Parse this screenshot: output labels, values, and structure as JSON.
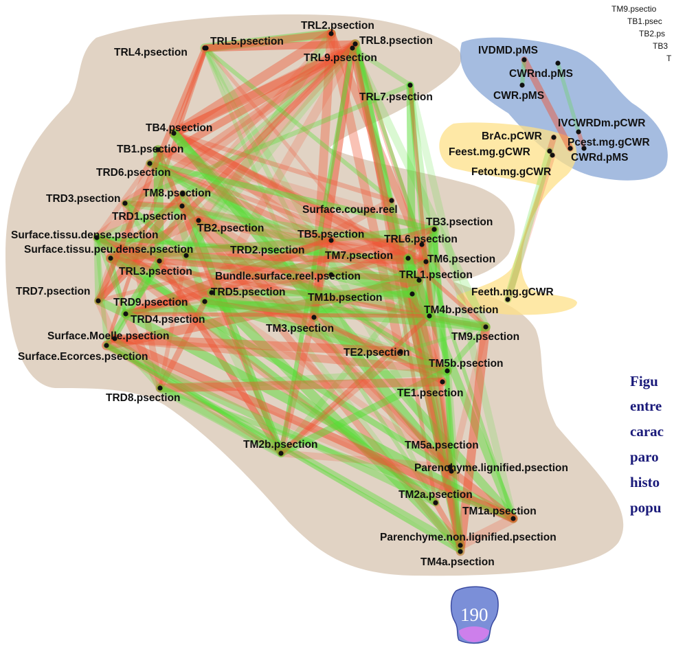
{
  "nodes": [
    {
      "id": "TRL2",
      "label": "TRL2.psection"
    },
    {
      "id": "TRL5",
      "label": "TRL5.psection"
    },
    {
      "id": "TRL8",
      "label": "TRL8.psection"
    },
    {
      "id": "TRL4",
      "label": "TRL4.psection"
    },
    {
      "id": "TRL9",
      "label": "TRL9.psection"
    },
    {
      "id": "TRL7",
      "label": "TRL7.psection"
    },
    {
      "id": "TB4",
      "label": "TB4.psection"
    },
    {
      "id": "TB1",
      "label": "TB1.psection"
    },
    {
      "id": "TRD6",
      "label": "TRD6.psection"
    },
    {
      "id": "TRD3",
      "label": "TRD3.psection"
    },
    {
      "id": "TM8",
      "label": "TM8.psection"
    },
    {
      "id": "TRD1",
      "label": "TRD1.psection"
    },
    {
      "id": "SurfCoupe",
      "label": "Surface.coupe.reel"
    },
    {
      "id": "STD",
      "label": "Surface.tissu.dense.psection"
    },
    {
      "id": "TB2",
      "label": "TB2.psection"
    },
    {
      "id": "TB3",
      "label": "TB3.psection"
    },
    {
      "id": "SPD",
      "label": "Surface.tissu.peu.dense.psection"
    },
    {
      "id": "TRD2",
      "label": "TRD2.psection"
    },
    {
      "id": "TB5",
      "label": "TB5.psection"
    },
    {
      "id": "TRL6",
      "label": "TRL6.psection"
    },
    {
      "id": "TM7",
      "label": "TM7.psection"
    },
    {
      "id": "TM6",
      "label": "TM6.psection"
    },
    {
      "id": "TRL3",
      "label": "TRL3.psection"
    },
    {
      "id": "BSR",
      "label": "Bundle.surface.reel.psection"
    },
    {
      "id": "TRL1",
      "label": "TRL1.psection"
    },
    {
      "id": "TRD7",
      "label": "TRD7.psection"
    },
    {
      "id": "TRD5",
      "label": "TRD5.psection"
    },
    {
      "id": "TM1b",
      "label": "TM1b.psection"
    },
    {
      "id": "TRD9",
      "label": "TRD9.psection"
    },
    {
      "id": "TM4b",
      "label": "TM4b.psection"
    },
    {
      "id": "TRD4",
      "label": "TRD4.psection"
    },
    {
      "id": "TM3",
      "label": "TM3.psection"
    },
    {
      "id": "TM9",
      "label": "TM9.psection"
    },
    {
      "id": "SMoelle",
      "label": "Surface.Moelle.psection"
    },
    {
      "id": "TE2",
      "label": "TE2.psection"
    },
    {
      "id": "SEcorces",
      "label": "Surface.Ecorces.psection"
    },
    {
      "id": "TM5b",
      "label": "TM5b.psection"
    },
    {
      "id": "TE1",
      "label": "TE1.psection"
    },
    {
      "id": "TRD8",
      "label": "TRD8.psection"
    },
    {
      "id": "TM2b",
      "label": "TM2b.psection"
    },
    {
      "id": "TM5a",
      "label": "TM5a.psection"
    },
    {
      "id": "ParL",
      "label": "Parenchyme.lignified.psection"
    },
    {
      "id": "TM2a",
      "label": "TM2a.psection"
    },
    {
      "id": "TM1a",
      "label": "TM1a.psection"
    },
    {
      "id": "ParNL",
      "label": "Parenchyme.non.lignified.psection"
    },
    {
      "id": "TM4a",
      "label": "TM4a.psection"
    },
    {
      "id": "IVDMD",
      "label": "IVDMD.pMS"
    },
    {
      "id": "CWRnd",
      "label": "CWRnd.pMS"
    },
    {
      "id": "CWR",
      "label": "CWR.pMS"
    },
    {
      "id": "IVCWRDm",
      "label": "IVCWRDm.pCWR"
    },
    {
      "id": "BrAc",
      "label": "BrAc.pCWR"
    },
    {
      "id": "Pcest",
      "label": "Pcest.mg.gCWR"
    },
    {
      "id": "Feest",
      "label": "Feest.mg.gCWR"
    },
    {
      "id": "CWRd",
      "label": "CWRd.pMS"
    },
    {
      "id": "Fetot",
      "label": "Fetot.mg.gCWR"
    },
    {
      "id": "Feeth",
      "label": "Feeth.mg.gCWR"
    }
  ],
  "corner_labels": [
    "TM9.psectio",
    "TB1.psec",
    "TB2.ps",
    "TB3",
    "T"
  ],
  "caption_lines": [
    "Figu",
    "entre",
    "carac",
    "paro",
    "histo",
    "popu"
  ],
  "page_badge": {
    "number": "190"
  },
  "colors": {
    "positive": "#55dd33",
    "negative": "#ee5533",
    "anatomy_group": "#d9c6b4",
    "biochem_group": "#7f9fd3",
    "phenolic_group": "#fde088",
    "caption": "#1a1a7a"
  }
}
